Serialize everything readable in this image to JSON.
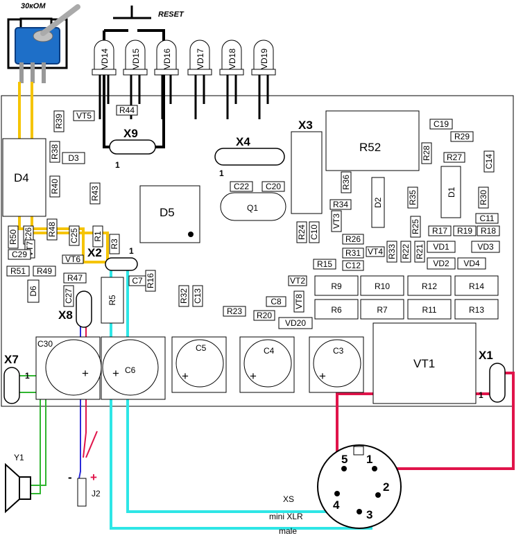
{
  "title_labels": {
    "resistor_value": "30кОМ",
    "reset": "RESET"
  },
  "leds": [
    "VD14",
    "VD15",
    "VD16",
    "VD17",
    "VD18",
    "VD19"
  ],
  "connectors": {
    "x1": "X1",
    "x2": "X2",
    "x3": "X3",
    "x4": "X4",
    "x7": "X7",
    "x8": "X8",
    "x9": "X9",
    "pin1": "1"
  },
  "ics": {
    "d4": "D4",
    "d5": "D5",
    "q1": "Q1",
    "r52": "R52",
    "vt1": "VT1",
    "d1": "D1",
    "d2": "D2"
  },
  "small_parts": {
    "r39": "R39",
    "vt5": "VT5",
    "r44": "R44",
    "r38": "R38",
    "d3": "D3",
    "r40": "R40",
    "r43": "R43",
    "r50": "R50",
    "c26": "C26",
    "r48": "R48",
    "c25": "C25",
    "r1": "R1",
    "r3": "R3",
    "vt7": "VT7",
    "c29": "C29",
    "vt6": "VT6",
    "r51": "R51",
    "r49": "R49",
    "r47": "R47",
    "d6": "D6",
    "c27": "C27",
    "r5": "R5",
    "r16": "R16",
    "c7": "C7",
    "r32": "R32",
    "c13": "C13",
    "r23": "R23",
    "c8": "C8",
    "r20": "R20",
    "vt8": "VT8",
    "vd20": "VD20",
    "c22": "C22",
    "c20": "C20",
    "r24": "R24",
    "c10": "C10",
    "vt3": "VT3",
    "r34": "R34",
    "r36": "R36",
    "r26": "R26",
    "r31": "R31",
    "c12": "C12",
    "vt4": "VT4",
    "r33": "R33",
    "r22": "R22",
    "r21": "R21",
    "r25": "R25",
    "r35": "R35",
    "r15": "R15",
    "vt2": "VT2",
    "c19": "C19",
    "r29": "R29",
    "r28": "R28",
    "r27": "R27",
    "c14": "C14",
    "r30": "R30",
    "c11": "C11",
    "r17": "R17",
    "r19": "R19",
    "r18": "R18",
    "vd1": "VD1",
    "vd3": "VD3",
    "vd2": "VD2",
    "vd4": "VD4",
    "r9": "R9",
    "r10": "R10",
    "r12": "R12",
    "r14": "R14",
    "r6": "R6",
    "r7": "R7",
    "r11": "R11",
    "r13": "R13"
  },
  "capacitors": {
    "c30": "C30",
    "c6": "C6",
    "c5": "C5",
    "c4": "C4",
    "c3": "C3",
    "plus": "+"
  },
  "speaker": "Y1",
  "jack": {
    "name": "J2",
    "minus": "-",
    "plus": "+"
  },
  "xlr": {
    "name": "XS",
    "type": "mini XLR",
    "gender": "male",
    "pins": [
      "1",
      "2",
      "3",
      "4",
      "5"
    ]
  },
  "colors": {
    "yellow": "#f5c400",
    "cyan": "#2ee6e6",
    "red": "#e0144a",
    "green": "#2fb52f",
    "blue": "#2b2bd8",
    "toggle_blue": "#1e6fc8"
  }
}
